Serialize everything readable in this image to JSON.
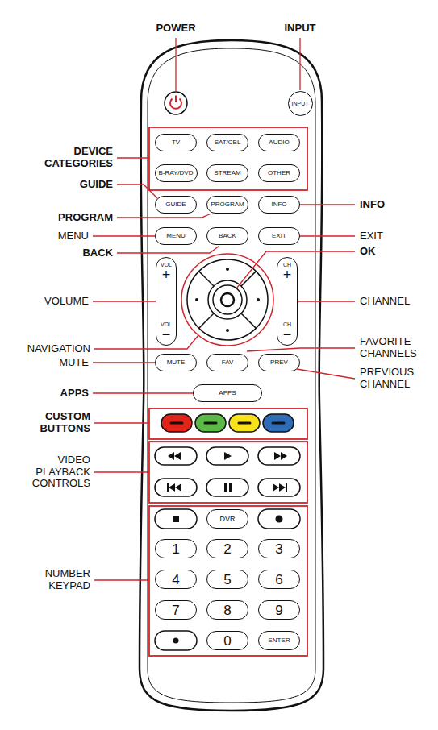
{
  "diagram": {
    "nodes": [
      {
        "text": [
          "INPUT"
        ]
      },
      {
        "text": [
          "TV"
        ]
      },
      {
        "text": [
          "SAT/CBL"
        ]
      },
      {
        "text": [
          "AUDIO"
        ]
      },
      {
        "text": [
          "B-RAY/DVD"
        ]
      },
      {
        "text": [
          "STREAM"
        ]
      },
      {
        "text": [
          "OTHER"
        ]
      },
      {
        "text": [
          "GUIDE"
        ]
      },
      {
        "text": [
          "PROGRAM"
        ]
      },
      {
        "text": [
          "INFO"
        ]
      },
      {
        "text": [
          "MENU"
        ]
      },
      {
        "text": [
          "BACK"
        ]
      },
      {
        "text": [
          "EXIT"
        ]
      },
      {
        "text": [
          "VOL",
          "+",
          "VOL",
          "−"
        ]
      },
      {
        "text": [
          "CH",
          "+",
          "CH",
          "−"
        ]
      },
      {
        "text": [
          "MUTE"
        ]
      },
      {
        "text": [
          "FAV"
        ]
      },
      {
        "text": [
          "PREV"
        ]
      },
      {
        "text": [
          "APPS"
        ]
      },
      {
        "text": [
          "DVR"
        ]
      },
      {
        "text": [
          "1"
        ]
      },
      {
        "text": [
          "2"
        ]
      },
      {
        "text": [
          "3"
        ]
      },
      {
        "text": [
          "4"
        ]
      },
      {
        "text": [
          "5"
        ]
      },
      {
        "text": [
          "6"
        ]
      },
      {
        "text": [
          "7"
        ]
      },
      {
        "text": [
          "8"
        ]
      },
      {
        "text": [
          "9"
        ]
      },
      {
        "text": [
          "0"
        ]
      },
      {
        "text": [
          "ENTER"
        ]
      }
    ],
    "labels": [
      "POWER",
      "INPUT",
      "DEVICE CATEGORIES",
      "GUIDE",
      "INFO",
      "PROGRAM",
      "MENU",
      "EXIT",
      "BACK",
      "OK",
      "VOLUME",
      "CHANNEL",
      "NAVIGATION",
      "FAVORITE CHANNELS",
      "MUTE",
      "PREVIOUS CHANNEL",
      "APPS",
      "CUSTOM BUTTONS",
      "VIDEO PLAYBACK CONTROLS",
      "NUMBER KEYPAD"
    ]
  }
}
